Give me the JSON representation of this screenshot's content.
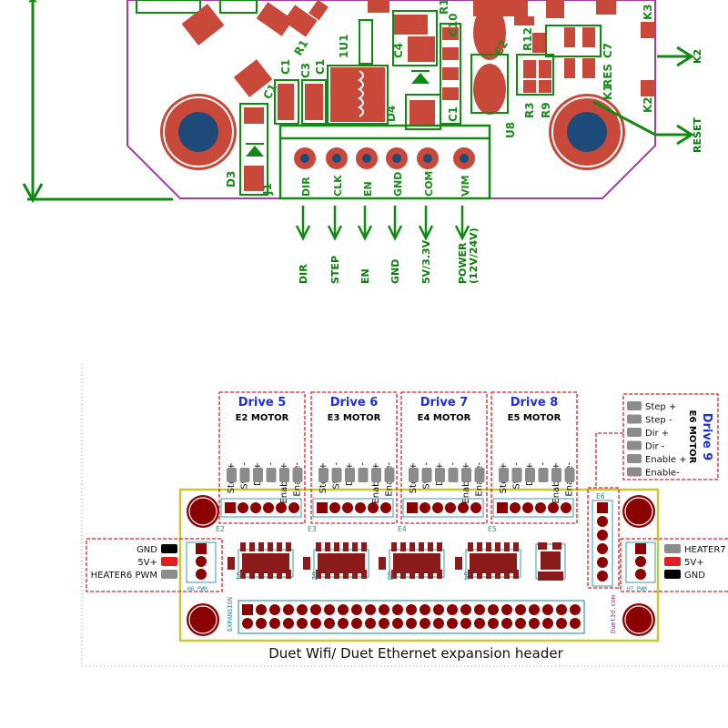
{
  "top_pcb": {
    "pin_labels": [
      "DIR",
      "CLK",
      "EN",
      "GND",
      "COM",
      "VIM"
    ],
    "signals": [
      {
        "lines": [
          "DIR"
        ]
      },
      {
        "lines": [
          "STEP"
        ]
      },
      {
        "lines": [
          "EN"
        ]
      },
      {
        "lines": [
          "GND"
        ]
      },
      {
        "lines": [
          "5V/3.3V"
        ]
      },
      {
        "lines": [
          "POWER",
          "(12V/24V)"
        ]
      }
    ],
    "right_labels": [
      "K2",
      "RESET"
    ],
    "silkscreen": [
      "R1",
      "C1",
      "C3",
      "C4",
      "C2",
      "R12",
      "C7",
      "K3",
      "RES",
      "K1",
      "K2",
      "R3",
      "R9",
      "U8",
      "D3",
      "J1",
      "D4",
      "1U1",
      "C1",
      "C1",
      "C10",
      "R1",
      "C1"
    ]
  },
  "drives": [
    {
      "title": "Drive 5",
      "motor": "E2 MOTOR",
      "connector": "E2"
    },
    {
      "title": "Drive 6",
      "motor": "E3 MOTOR",
      "connector": "E3"
    },
    {
      "title": "Drive 7",
      "motor": "E4 MOTOR",
      "connector": "E4"
    },
    {
      "title": "Drive 8",
      "motor": "E5 MOTOR",
      "connector": "E5"
    }
  ],
  "pins": [
    "Step +",
    "Step -",
    "Dir +",
    "Dir -",
    "Enable +",
    "Enable-"
  ],
  "drive9": {
    "title": "Drive 9",
    "motor": "E6 MOTOR",
    "connector": "E6",
    "pins": [
      "Step +",
      "Step -",
      "Dir +",
      "Dir -",
      "Enable +",
      "Enable-"
    ]
  },
  "left_header": {
    "pins": [
      "GND",
      "5V+",
      "HEATER6 PWM"
    ],
    "colors": [
      "#000000",
      "#e02020",
      "#8c8c8c"
    ],
    "silk": "H6 PWM"
  },
  "right_header": {
    "pins": [
      "HEATER7",
      "5V+",
      "GND"
    ],
    "colors": [
      "#8c8c8c",
      "#e02020",
      "#000000"
    ],
    "silk": "H7 PWM"
  },
  "board": {
    "chips": [
      "U1",
      "U2",
      "U3",
      "U4"
    ],
    "expansion_label": "EXPANSION",
    "site_label": "Duet3d.com"
  },
  "caption": "Duet Wifi/ Duet Ethernet expansion header",
  "colors": {
    "pcb_green": "#118a11",
    "pad_red": "#c8483a",
    "board_outline": "#c8c830",
    "dashed_red": "#e02020",
    "connector_teal": "#3c9aa8",
    "hole_dark": "#8b0000",
    "title_blue": "#1f2fd8",
    "pcb_outline": "#a040a0",
    "mount_blue": "#1e4a7a"
  }
}
